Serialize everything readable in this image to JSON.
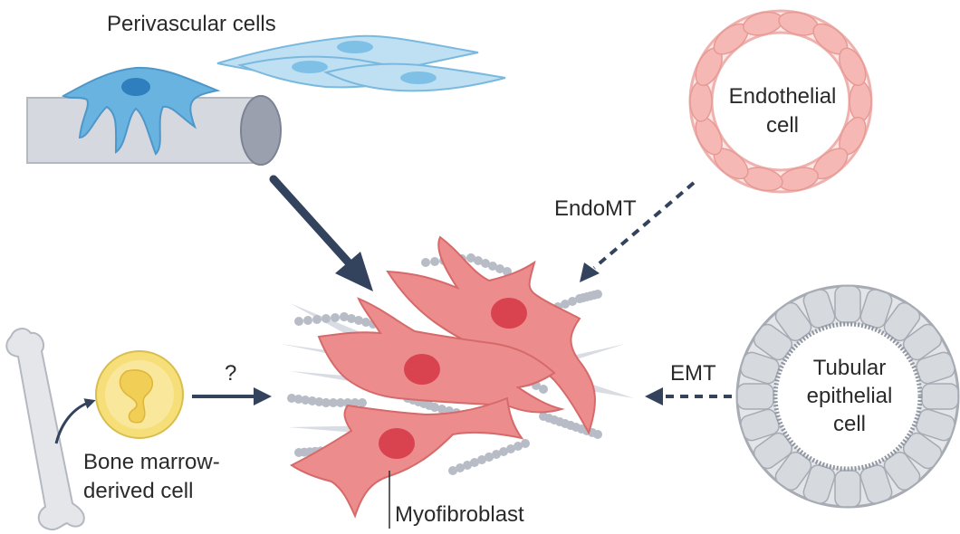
{
  "labels": {
    "perivascular": "Perivascular cells",
    "endothelial_line1": "Endothelial",
    "endothelial_line2": "cell",
    "endomt": "EndoMT",
    "emt": "EMT",
    "tubular_line1": "Tubular",
    "tubular_line2": "epithelial",
    "tubular_line3": "cell",
    "question": "?",
    "bone_line1": "Bone marrow-",
    "bone_line2": "derived cell",
    "myofibroblast": "Myofibroblast"
  },
  "colors": {
    "arrow": "#33435e",
    "myofibroblast_fill": "#ec8c8c",
    "myofibroblast_nucleus": "#d9434f",
    "endothelial_fill": "#f6b8b4",
    "tubular_fill": "#d6d9de",
    "bone_marrow_cell": "#f6df79",
    "pericyte": "#69b3e1",
    "vessel": "#d5d8de",
    "collagen": "#b8bcc6"
  }
}
